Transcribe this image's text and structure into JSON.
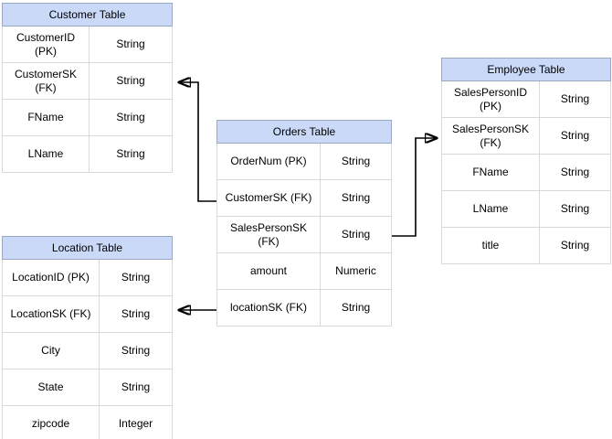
{
  "diagram": {
    "colors": {
      "header_fill": "#c9d9f7",
      "header_border": "#9ba6c0",
      "cell_border": "#d9d9d9",
      "text_color": "#000000",
      "bg_color": "#ffffff",
      "arrow_color": "#000000"
    },
    "tables": {
      "customer": {
        "title": "Customer Table",
        "rows": [
          {
            "field": "CustomerID (PK)",
            "type": "String"
          },
          {
            "field": "CustomerSK\n(FK)",
            "type": "String"
          },
          {
            "field": "FName",
            "type": "String"
          },
          {
            "field": "LName",
            "type": "String"
          }
        ]
      },
      "orders": {
        "title": "Orders Table",
        "rows": [
          {
            "field": "OrderNum (PK)",
            "type": "String"
          },
          {
            "field": "CustomerSK (FK)",
            "type": "String"
          },
          {
            "field": "SalesPersonSK\n(FK)",
            "type": "String"
          },
          {
            "field": "amount",
            "type": "Numeric"
          },
          {
            "field": "locationSK (FK)",
            "type": "String"
          }
        ]
      },
      "employee": {
        "title": "Employee Table",
        "rows": [
          {
            "field": "SalesPersonID (PK)",
            "type": "String"
          },
          {
            "field": "SalesPersonSK\n(FK)",
            "type": "String"
          },
          {
            "field": "FName",
            "type": "String"
          },
          {
            "field": "LName",
            "type": "String"
          },
          {
            "field": "title",
            "type": "String"
          }
        ]
      },
      "location": {
        "title": "Location Table",
        "rows": [
          {
            "field": "LocationID (PK)",
            "type": "String"
          },
          {
            "field": "LocationSK (FK)",
            "type": "String"
          },
          {
            "field": "City",
            "type": "String"
          },
          {
            "field": "State",
            "type": "String"
          },
          {
            "field": "zipcode",
            "type": "Integer"
          }
        ]
      }
    }
  }
}
